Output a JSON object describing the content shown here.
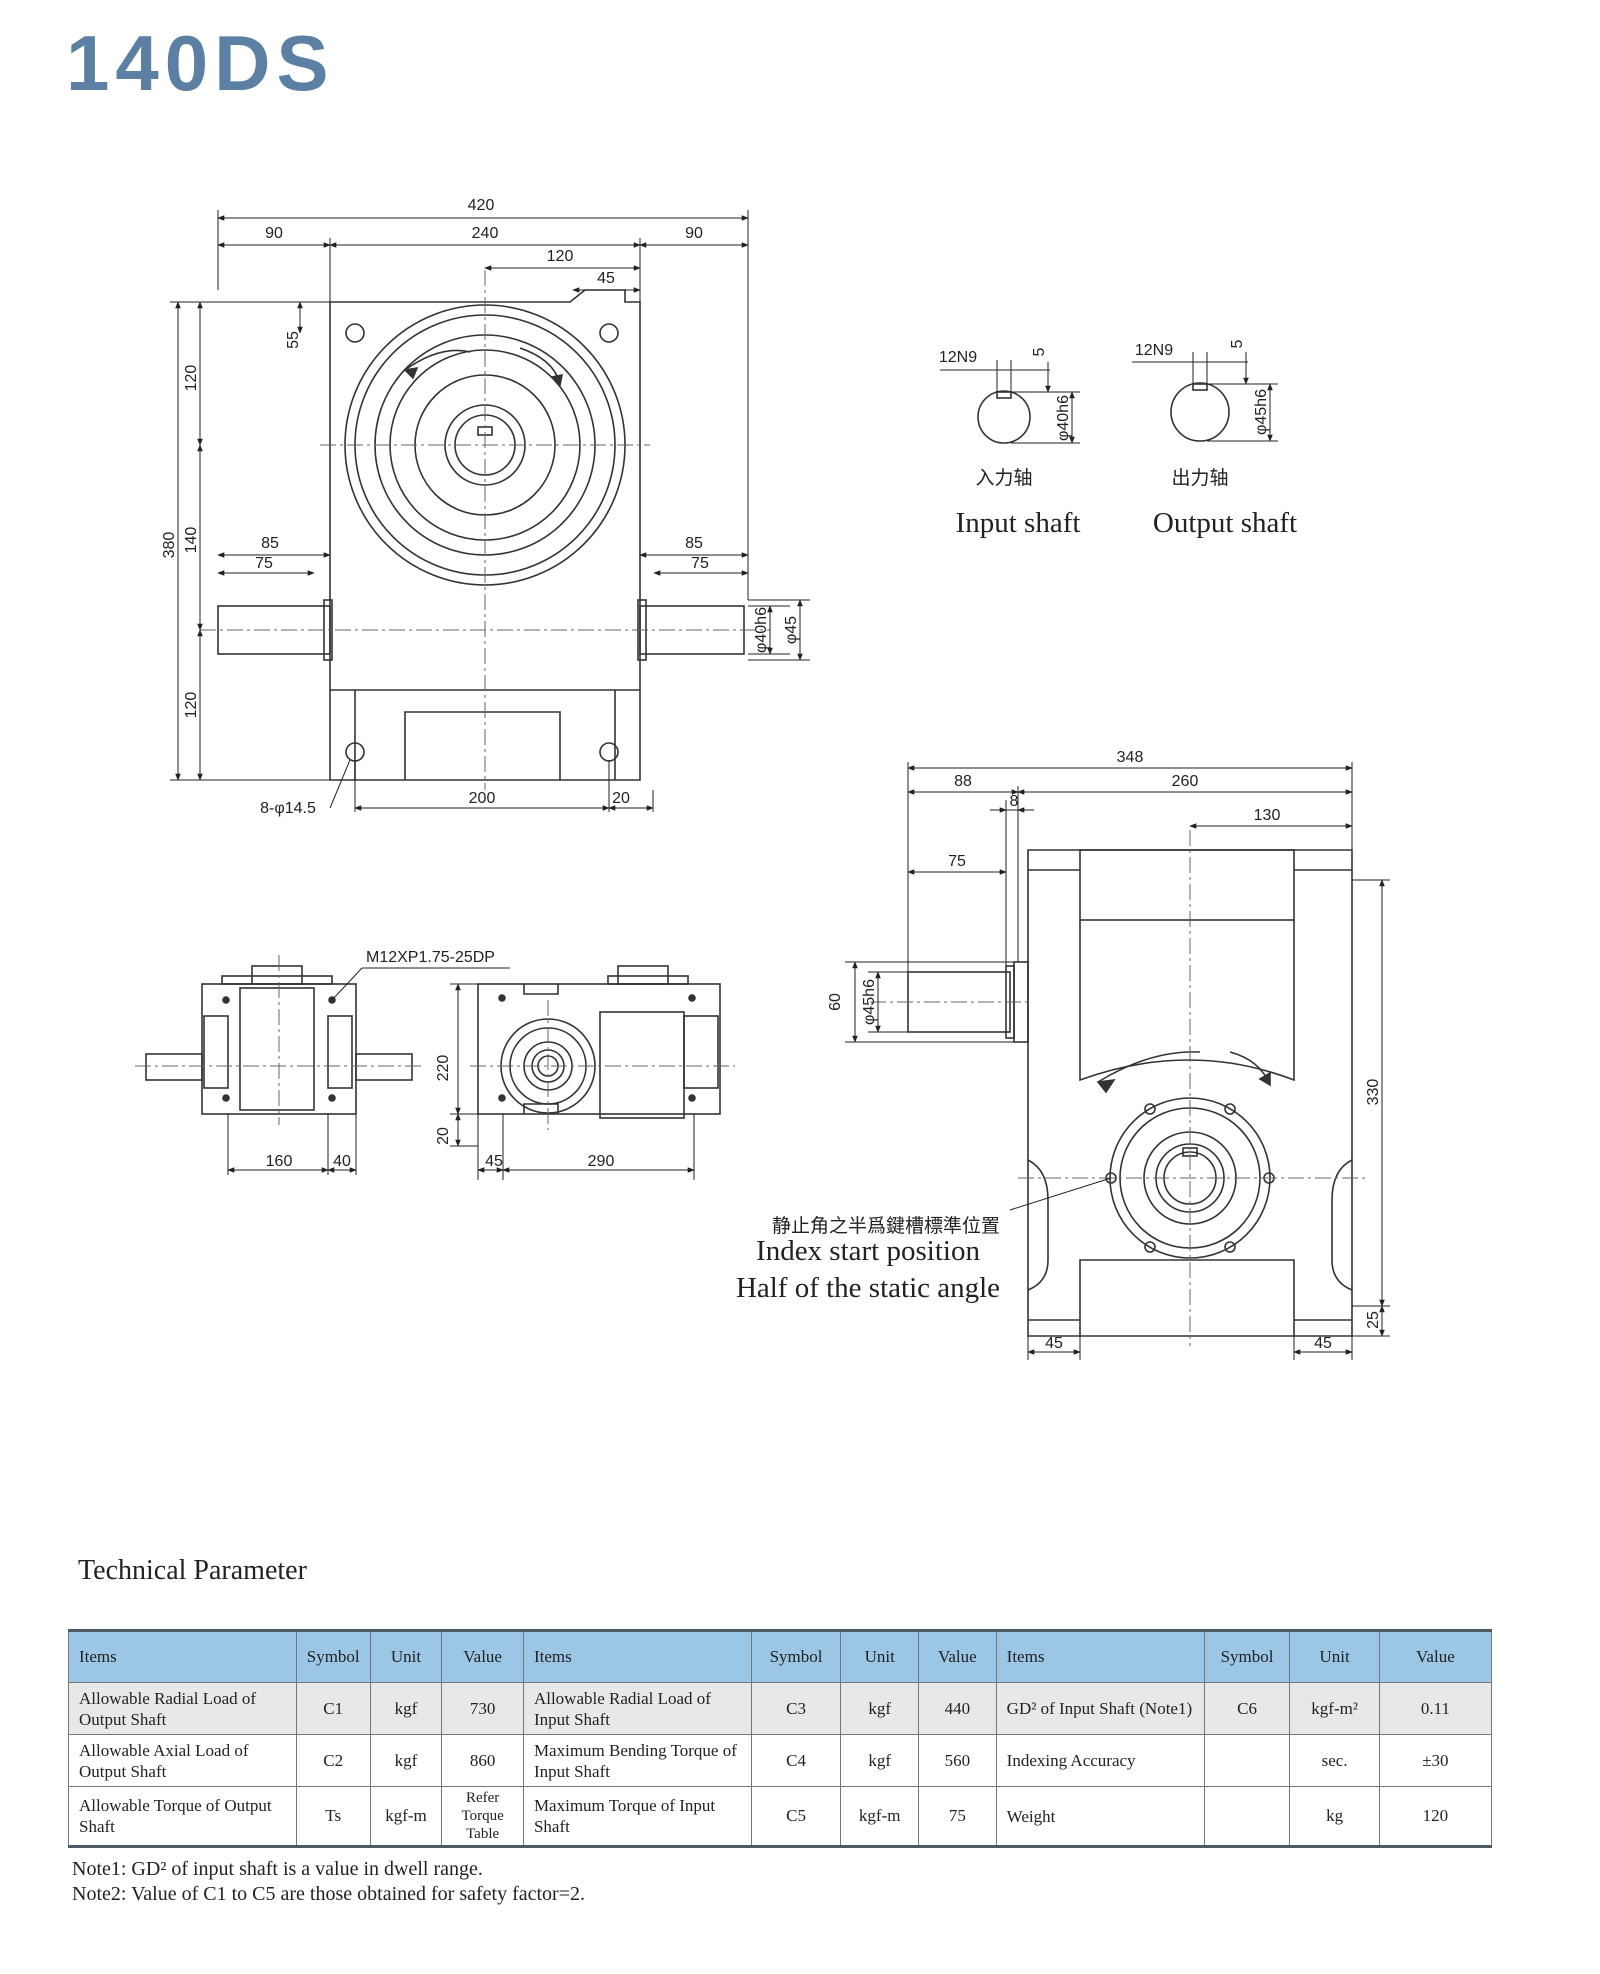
{
  "title": "140DS",
  "top_view": {
    "dims": {
      "d420": "420",
      "d90a": "90",
      "d240": "240",
      "d90b": "90",
      "d120": "120",
      "d45": "45",
      "d55": "55",
      "d120v": "120",
      "d380": "380",
      "d140": "140",
      "d120v2": "120",
      "d85a": "85",
      "d75a": "75",
      "d85b": "85",
      "d75b": "75",
      "phi40h6": "φ40h6",
      "phi45": "φ45",
      "holes": "8-φ14.5",
      "d200": "200",
      "d20": "20"
    }
  },
  "shafts": {
    "input": {
      "key": "12N9",
      "depth": "5",
      "dia": "φ40h6",
      "label_cn": "入力轴",
      "label_en": "Input shaft"
    },
    "output": {
      "key": "12N9",
      "depth": "5",
      "dia": "φ45h6",
      "label_cn": "出力轴",
      "label_en": "Output shaft"
    }
  },
  "front_views": {
    "thread": "M12XP1.75-25DP",
    "d160": "160",
    "d40": "40",
    "d220": "220",
    "d20": "20",
    "d45": "45",
    "d290": "290"
  },
  "side_view": {
    "d348": "348",
    "d88": "88",
    "d260": "260",
    "d8": "8",
    "d130": "130",
    "d75": "75",
    "d60": "60",
    "phi45h6": "φ45h6",
    "d330": "330",
    "d25": "25",
    "d45a": "45",
    "d45b": "45",
    "index_cn": "静止角之半爲鍵槽標準位置",
    "index_en1": "Index start position",
    "index_en2": "Half of the static angle"
  },
  "tech": {
    "title": "Technical Parameter",
    "headers": [
      "Items",
      "Symbol",
      "Unit",
      "Value",
      "Items",
      "Symbol",
      "Unit",
      "Value",
      "Items",
      "Symbol",
      "Unit",
      "Value"
    ],
    "rows": [
      [
        {
          "item": "Allowable Radial Load  of Output Shaft",
          "symbol": "C1",
          "unit": "kgf",
          "value": "730"
        },
        {
          "item": "Allowable Radial Load of Input Shaft",
          "symbol": "C3",
          "unit": "kgf",
          "value": "440"
        },
        {
          "item": "GD² of Input Shaft (Note1)",
          "symbol": "C6",
          "unit": "kgf-m²",
          "value": "0.11"
        }
      ],
      [
        {
          "item": "Allowable Axial Load of Output Shaft",
          "symbol": "C2",
          "unit": "kgf",
          "value": "860"
        },
        {
          "item": "Maximum Bending Torque of Input Shaft",
          "symbol": "C4",
          "unit": "kgf",
          "value": "560"
        },
        {
          "item": "Indexing Accuracy",
          "symbol": "",
          "unit": "sec.",
          "value": "±30"
        }
      ],
      [
        {
          "item": "Allowable Torque of Output Shaft",
          "symbol": "Ts",
          "unit": "kgf-m",
          "value": "Refer Torque Table"
        },
        {
          "item": "Maximum Torque of Input Shaft",
          "symbol": "C5",
          "unit": "kgf-m",
          "value": "75"
        },
        {
          "item": "Weight",
          "symbol": "",
          "unit": "kg",
          "value": "120"
        }
      ]
    ],
    "note1": "Note1: GD² of input shaft is a value in dwell range.",
    "note2": "Note2: Value of  C1 to C5 are those obtained for safety factor=2."
  }
}
